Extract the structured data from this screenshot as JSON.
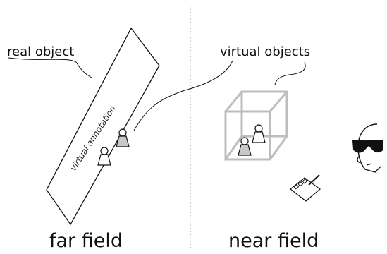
{
  "labels": {
    "real_object": "real object",
    "virtual_objects": "virtual objects",
    "virtual_annotation": "virtual annotation",
    "far_field": "far field",
    "near_field": "near field"
  },
  "colors": {
    "line": "#111111",
    "cube": "#bdbdbd",
    "pawn_fill": "#c8c8c8",
    "divider": "#888888"
  },
  "icons": [
    "pawn-icon",
    "cube-icon",
    "user-head-icon",
    "sunglasses-icon",
    "tablet-stylus-icon"
  ]
}
